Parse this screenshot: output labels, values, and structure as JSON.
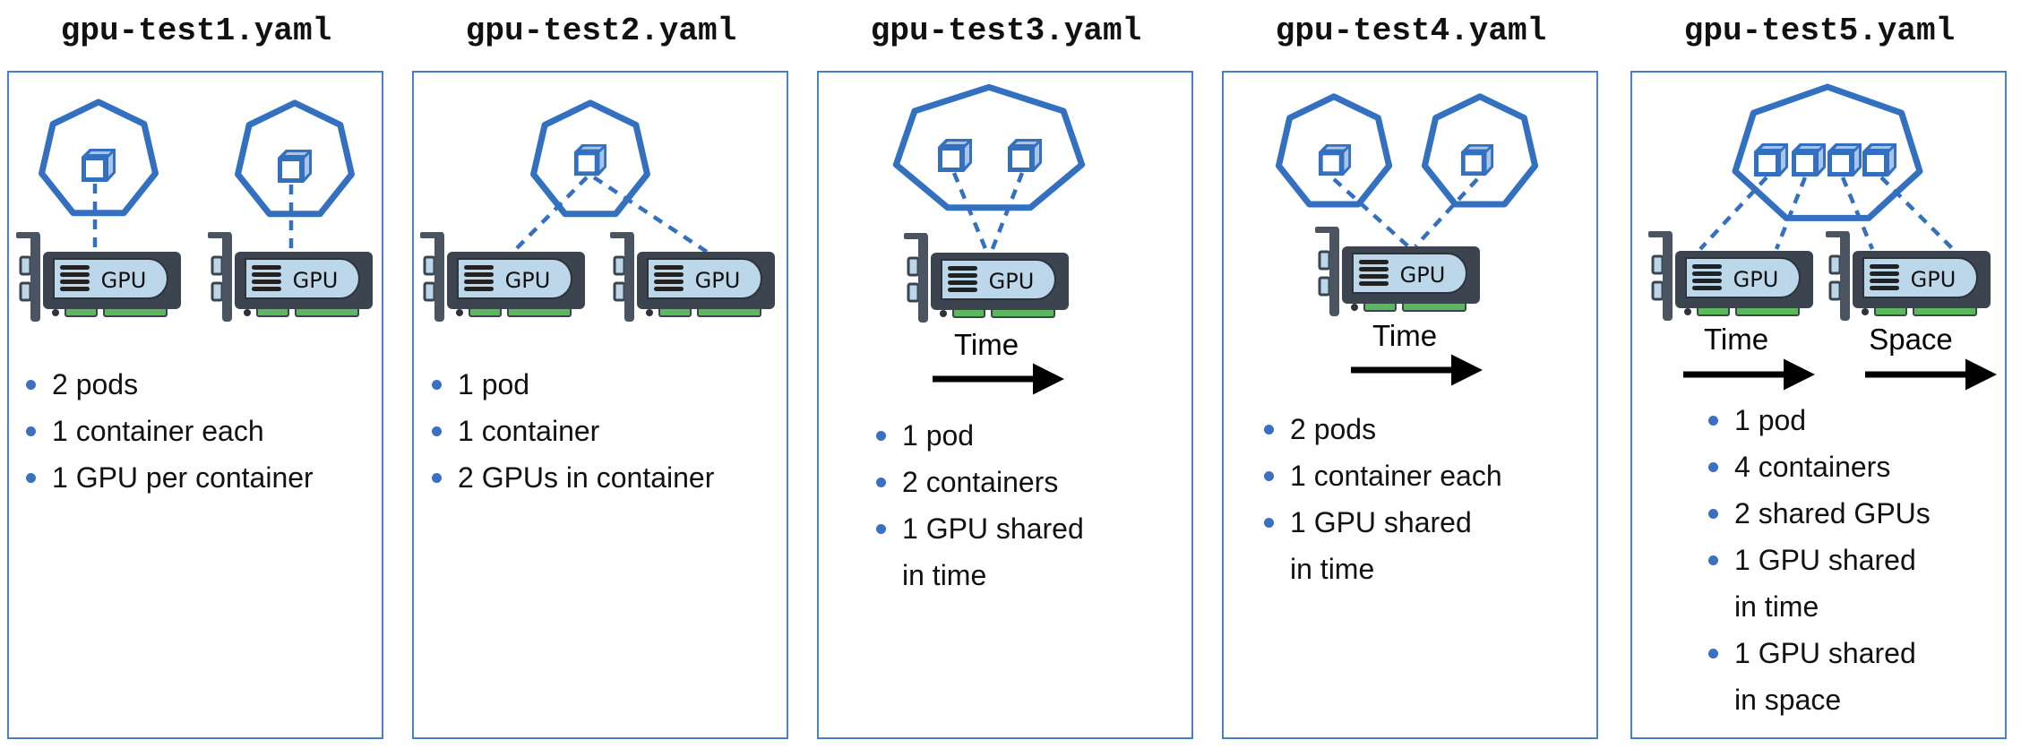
{
  "colors": {
    "pod": "#3370c0",
    "border": "#4a80c8",
    "bullet": "#3a70c0",
    "gpu_body": "#3c4450",
    "gpu_label": "#bcd7ea"
  },
  "icons": {
    "pod": "heptagon-pod-icon",
    "container": "cube-container-icon",
    "gpu": "gpu-card-icon",
    "arrow": "arrow-right-icon"
  },
  "gpu_label": "GPU",
  "panels": [
    {
      "title": "gpu-test1.yaml",
      "bullets": [
        [
          "2 pods"
        ],
        [
          "1 container each"
        ],
        [
          "1 GPU per container"
        ]
      ]
    },
    {
      "title": "gpu-test2.yaml",
      "bullets": [
        [
          "1 pod"
        ],
        [
          "1 container"
        ],
        [
          "2 GPUs in container"
        ]
      ]
    },
    {
      "title": "gpu-test3.yaml",
      "arrow_labels": [
        "Time"
      ],
      "bullets": [
        [
          "1 pod"
        ],
        [
          "2 containers"
        ],
        [
          "1 GPU shared",
          "in time"
        ]
      ]
    },
    {
      "title": "gpu-test4.yaml",
      "arrow_labels": [
        "Time"
      ],
      "bullets": [
        [
          "2 pods"
        ],
        [
          "1 container each"
        ],
        [
          "1 GPU shared",
          "in time"
        ]
      ]
    },
    {
      "title": "gpu-test5.yaml",
      "arrow_labels": [
        "Time",
        "Space"
      ],
      "bullets": [
        [
          "1 pod"
        ],
        [
          "4 containers"
        ],
        [
          "2 shared GPUs"
        ],
        [
          "1 GPU shared",
          "in time"
        ],
        [
          "1 GPU shared",
          "in space"
        ]
      ]
    }
  ]
}
